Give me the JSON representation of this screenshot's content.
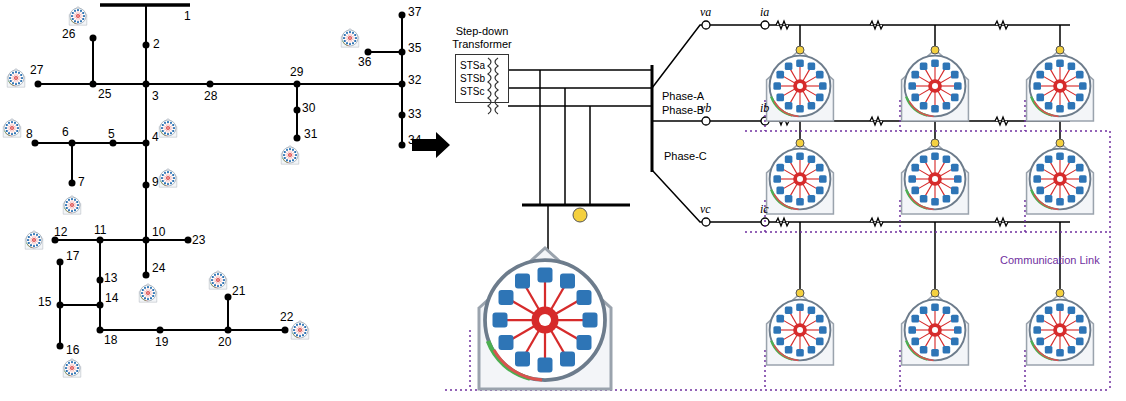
{
  "diagram": {
    "nodes": [
      {
        "text": [
          "Step-down Transformer",
          "STSa",
          "STSb",
          "STSc"
        ]
      }
    ],
    "labels": [
      "1",
      "2",
      "3",
      "4",
      "5",
      "6",
      "7",
      "8",
      "9",
      "10",
      "11",
      "12",
      "13",
      "14",
      "15",
      "16",
      "17",
      "18",
      "19",
      "20",
      "21",
      "22",
      "23",
      "24",
      "25",
      "26",
      "27",
      "28",
      "29",
      "30",
      "31",
      "32",
      "33",
      "34",
      "35",
      "36",
      "37",
      "va",
      "ia",
      "vb",
      "ib",
      "vc",
      "ic",
      "Phase-A",
      "Phase-B",
      "Phase-C",
      "Communication Link"
    ]
  }
}
